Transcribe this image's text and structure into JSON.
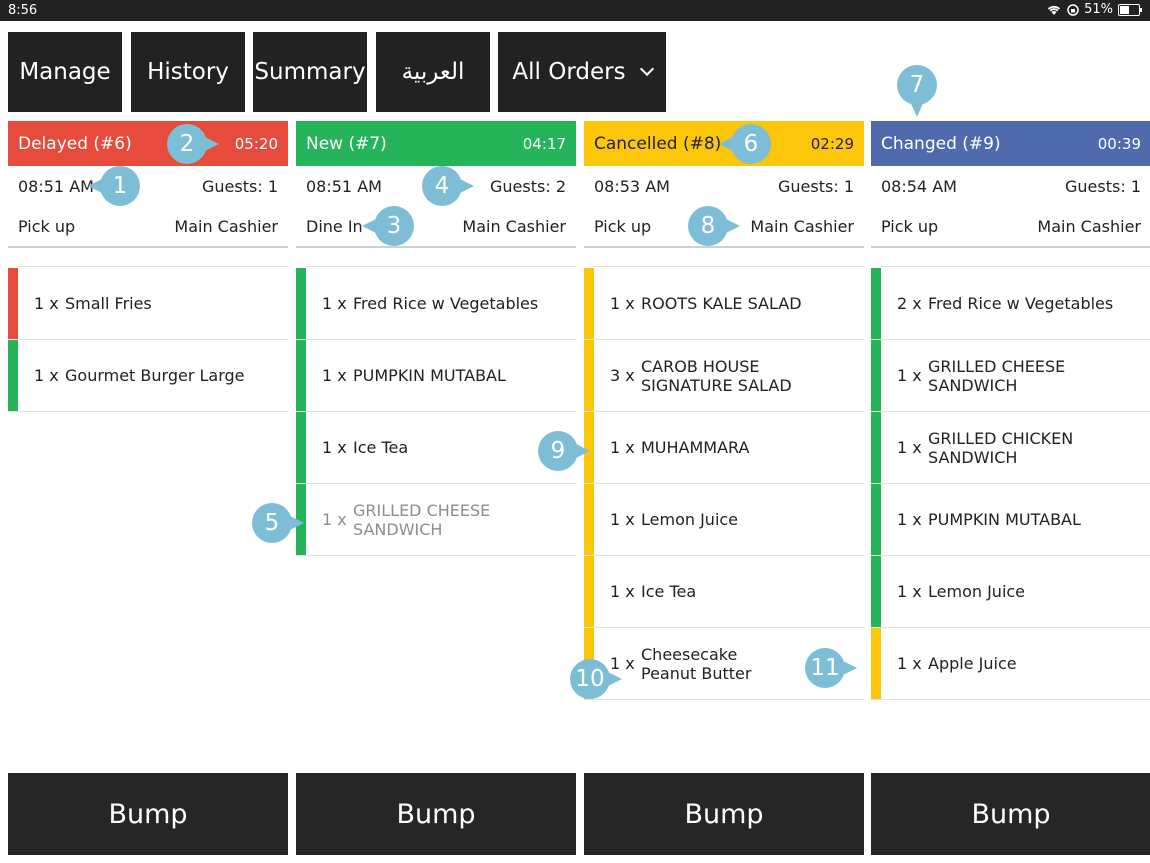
{
  "status_bar": {
    "time": "8:56",
    "battery": "51%",
    "battery_level": 0.51,
    "icons": [
      "wifi-icon",
      "rotation-lock-icon",
      "battery-icon"
    ]
  },
  "nav": {
    "manage": "Manage",
    "history": "History",
    "summary": "Summary",
    "arabic": "العربية",
    "orders_filter": "All Orders"
  },
  "colors": {
    "delayed": "#e64b3c",
    "new": "#25b45a",
    "cancelled": "#fcc60a",
    "changed": "#4f6aad",
    "callout": "#7dbed6",
    "dark": "#222222"
  },
  "orders": [
    {
      "status": "Delayed (#6)",
      "timer": "05:20",
      "time": "08:51 AM",
      "guests": "Guests: 1",
      "type": "Pick up",
      "station": "Main Cashier",
      "items": [
        {
          "qty": "1 x",
          "name": "Small Fries",
          "bar": "#e64b3c"
        },
        {
          "qty": "1 x",
          "name": "Gourmet Burger Large",
          "bar": "#25b45a"
        }
      ]
    },
    {
      "status": "New (#7)",
      "timer": "04:17",
      "time": "08:51 AM",
      "guests": "Guests: 2",
      "type": "Dine In",
      "station": "Main Cashier",
      "items": [
        {
          "qty": "1 x",
          "name": "Fred Rice w Vegetables",
          "bar": "#25b45a"
        },
        {
          "qty": "1 x",
          "name": "PUMPKIN MUTABAL",
          "bar": "#25b45a"
        },
        {
          "qty": "1 x",
          "name": "Ice Tea",
          "bar": "#25b45a"
        },
        {
          "qty": "1 x",
          "name": "GRILLED CHEESE SANDWICH",
          "bar": "#25b45a",
          "muted": true
        }
      ]
    },
    {
      "status": "Cancelled (#8)",
      "timer": "02:29",
      "time": "08:53 AM",
      "guests": "Guests: 1",
      "type": "Pick up",
      "station": "Main Cashier",
      "items": [
        {
          "qty": "1 x",
          "name": "ROOTS KALE SALAD",
          "bar": "#fcc60a"
        },
        {
          "qty": "3 x",
          "name": "CAROB HOUSE SIGNATURE SALAD",
          "bar": "#fcc60a"
        },
        {
          "qty": "1 x",
          "name": "MUHAMMARA",
          "bar": "#fcc60a"
        },
        {
          "qty": "1 x",
          "name": "Lemon Juice",
          "bar": "#fcc60a"
        },
        {
          "qty": "1 x",
          "name": "Ice Tea",
          "bar": "#fcc60a"
        },
        {
          "qty": "1 x",
          "name": "Cheesecake Peanut Butter",
          "bar": "#fcc60a"
        }
      ]
    },
    {
      "status": "Changed (#9)",
      "timer": "00:39",
      "time": "08:54 AM",
      "guests": "Guests: 1",
      "type": "Pick up",
      "station": "Main Cashier",
      "items": [
        {
          "qty": "2 x",
          "name": "Fred Rice w Vegetables",
          "bar": "#25b45a"
        },
        {
          "qty": "1 x",
          "name": "GRILLED CHEESE SANDWICH",
          "bar": "#25b45a"
        },
        {
          "qty": "1 x",
          "name": "GRILLED CHICKEN SANDWICH",
          "bar": "#25b45a"
        },
        {
          "qty": "1 x",
          "name": "PUMPKIN MUTABAL",
          "bar": "#25b45a"
        },
        {
          "qty": "1 x",
          "name": "Lemon Juice",
          "bar": "#25b45a"
        },
        {
          "qty": "1 x",
          "name": "Apple Juice",
          "bar": "#fcc60a"
        }
      ]
    }
  ],
  "bump_label": "Bump",
  "callouts": [
    "1",
    "2",
    "3",
    "4",
    "5",
    "6",
    "7",
    "8",
    "9",
    "10",
    "11"
  ]
}
